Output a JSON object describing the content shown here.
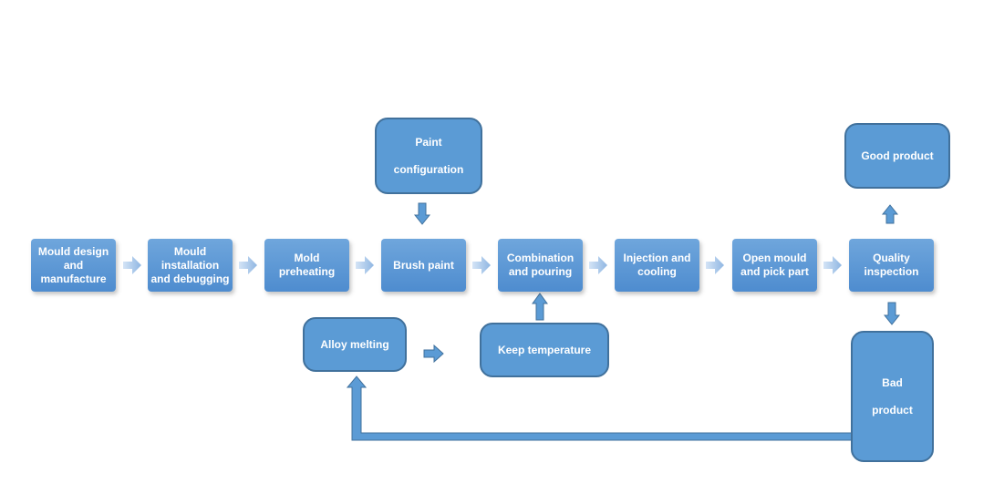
{
  "steps": [
    "Mould design\nand\nmanufacture",
    "Mould\ninstallation\nand debugging",
    "Mold\npreheating",
    "Brush paint",
    "Combination\nand pouring",
    "Injection and\ncooling",
    "Open mould\nand pick part",
    "Quality\ninspection"
  ],
  "side_nodes": {
    "paint_configuration": "Paint\n\nconfiguration",
    "good_product": "Good product",
    "alloy_melting": "Alloy melting",
    "keep_temperature": "Keep temperature",
    "bad_product": "Bad\n\nproduct"
  },
  "colors": {
    "step_fill": "#5b9bd5",
    "box_border": "#41719c",
    "flow_arrow": "#a9c8ec"
  }
}
